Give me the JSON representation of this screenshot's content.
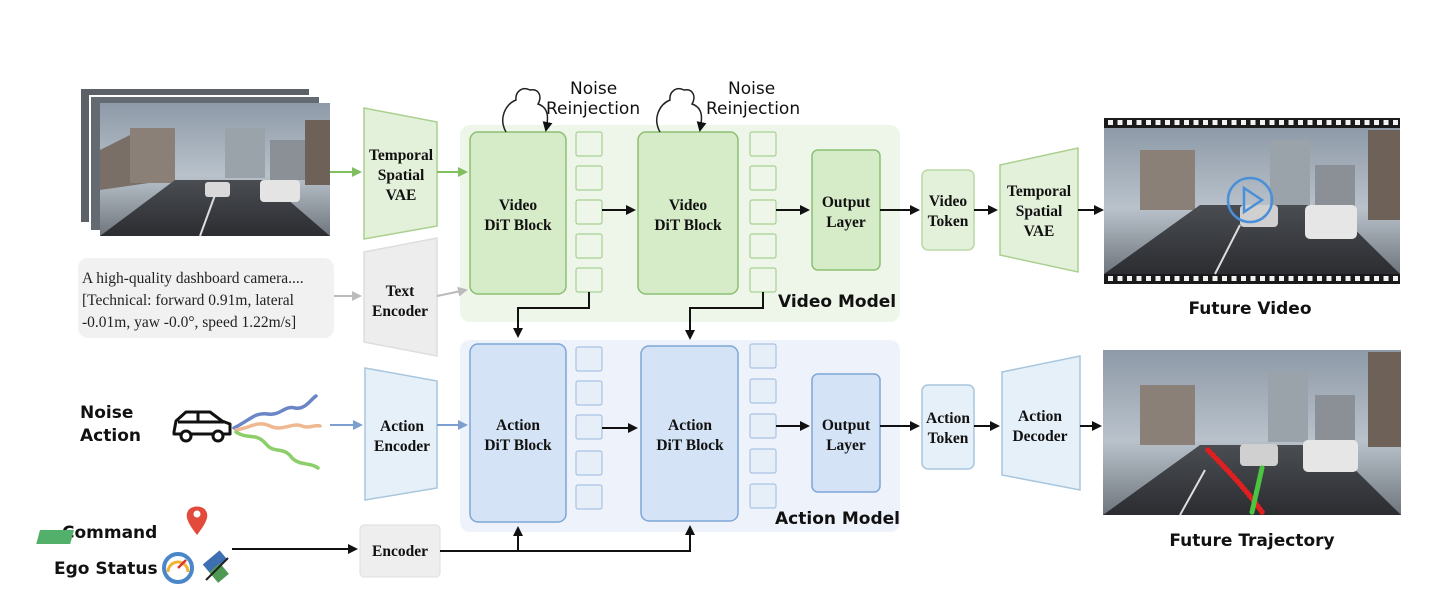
{
  "inputs": {
    "caption_lines": [
      "A high-quality dashboard camera....",
      "[Technical: forward 0.91m, lateral",
      "-0.01m, yaw -0.0°, speed 1.22m/s]"
    ],
    "noise_action": [
      "Noise",
      "Action"
    ],
    "command": "Command",
    "ego_status": "Ego Status"
  },
  "video_branch": {
    "vae_in": [
      "Temporal",
      "Spatial",
      "VAE"
    ],
    "text_encoder": [
      "Text",
      "Encoder"
    ],
    "dit_block_1": [
      "Video",
      "DiT Block"
    ],
    "dit_block_2": [
      "Video",
      "DiT Block"
    ],
    "noise_reinjection": [
      "Noise",
      "Reinjection"
    ],
    "output_layer": [
      "Output",
      "Layer"
    ],
    "token": [
      "Video",
      "Token"
    ],
    "vae_out": [
      "Temporal",
      "Spatial",
      "VAE"
    ],
    "model_label": "Video Model",
    "result_label": "Future Video"
  },
  "action_branch": {
    "encoder": [
      "Action",
      "Encoder"
    ],
    "dit_block_1": [
      "Action",
      "DiT Block"
    ],
    "dit_block_2": [
      "Action",
      "DiT Block"
    ],
    "output_layer": [
      "Output",
      "Layer"
    ],
    "token": [
      "Action",
      "Token"
    ],
    "decoder": [
      "Action",
      "Decoder"
    ],
    "model_label": "Action Model",
    "result_label": "Future Trajectory"
  },
  "conditioning": {
    "encoder": "Encoder"
  },
  "colors": {
    "green_fill": "#d6ebc8",
    "green_stroke": "#8cbf72",
    "blue_fill": "#d4e3f5",
    "blue_stroke": "#7ea6d6",
    "light_green_panel": "#eef6ea",
    "light_blue_panel": "#eef3fb",
    "gray_fill": "#eeeeee",
    "trajectory_red": "#e02020",
    "trajectory_green": "#4cc640"
  },
  "icons": [
    "car-icon",
    "map-pin-icon",
    "speedometer-icon",
    "satellite-icon",
    "play-icon"
  ]
}
